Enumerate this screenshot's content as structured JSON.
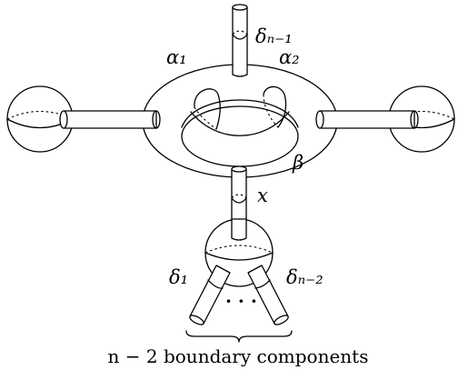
{
  "labels": {
    "alpha1": "α₁",
    "alpha2": "α₂",
    "delta_top": "δₙ₋₁",
    "beta": "β",
    "x": "x",
    "delta1": "δ₁",
    "delta_n2": "δₙ₋₂",
    "dots": "· · ·"
  },
  "caption": "n − 2 boundary components"
}
